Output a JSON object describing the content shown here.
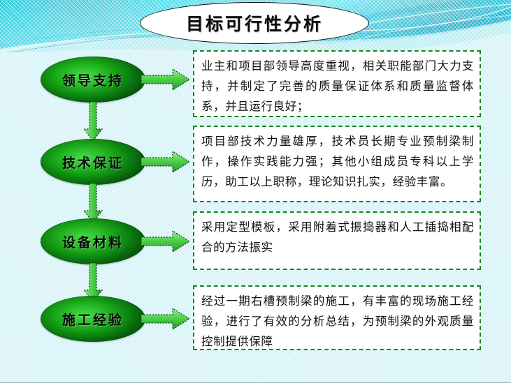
{
  "slide": {
    "title": "目标可行性分析",
    "background_color": "#d6f3f7",
    "header_band_colors": [
      "#3fd0e0",
      "#6fe0ea",
      "#a9eef4",
      "#2ab4cc"
    ],
    "accent_green": "#14871f",
    "node_fill_light": "#4ade4a",
    "node_fill_dark": "#04560a"
  },
  "rows": [
    {
      "node_label": "领导支持",
      "arrow_right_icon": "arrow-right-icon",
      "arrow_down_icon": "arrow-down-icon",
      "text": "业主和项目部领导高度重视，相关职能部门大力支持，并制定了完善的质量保证体系和质量监督体系，并且运行良好；"
    },
    {
      "node_label": "技术保证",
      "arrow_right_icon": "arrow-right-icon",
      "arrow_down_icon": "arrow-down-icon",
      "text": "项目部技术力量雄厚，技术员长期专业预制梁制作，操作实践能力强；其他小组成员专科以上学历，助工以上职称，理论知识扎实，经验丰富。"
    },
    {
      "node_label": "设备材料",
      "arrow_right_icon": "arrow-right-icon",
      "arrow_down_icon": "arrow-down-icon",
      "text": "采用定型模板，采用附着式振捣器和人工插捣相配合的方法振实"
    },
    {
      "node_label": "施工经验",
      "arrow_right_icon": "arrow-right-icon",
      "arrow_down_icon": null,
      "text": "经过一期右槽预制梁的施工，有丰富的现场施工经验，进行了有效的分析总结，为预制梁的外观质量控制提供保障"
    }
  ]
}
